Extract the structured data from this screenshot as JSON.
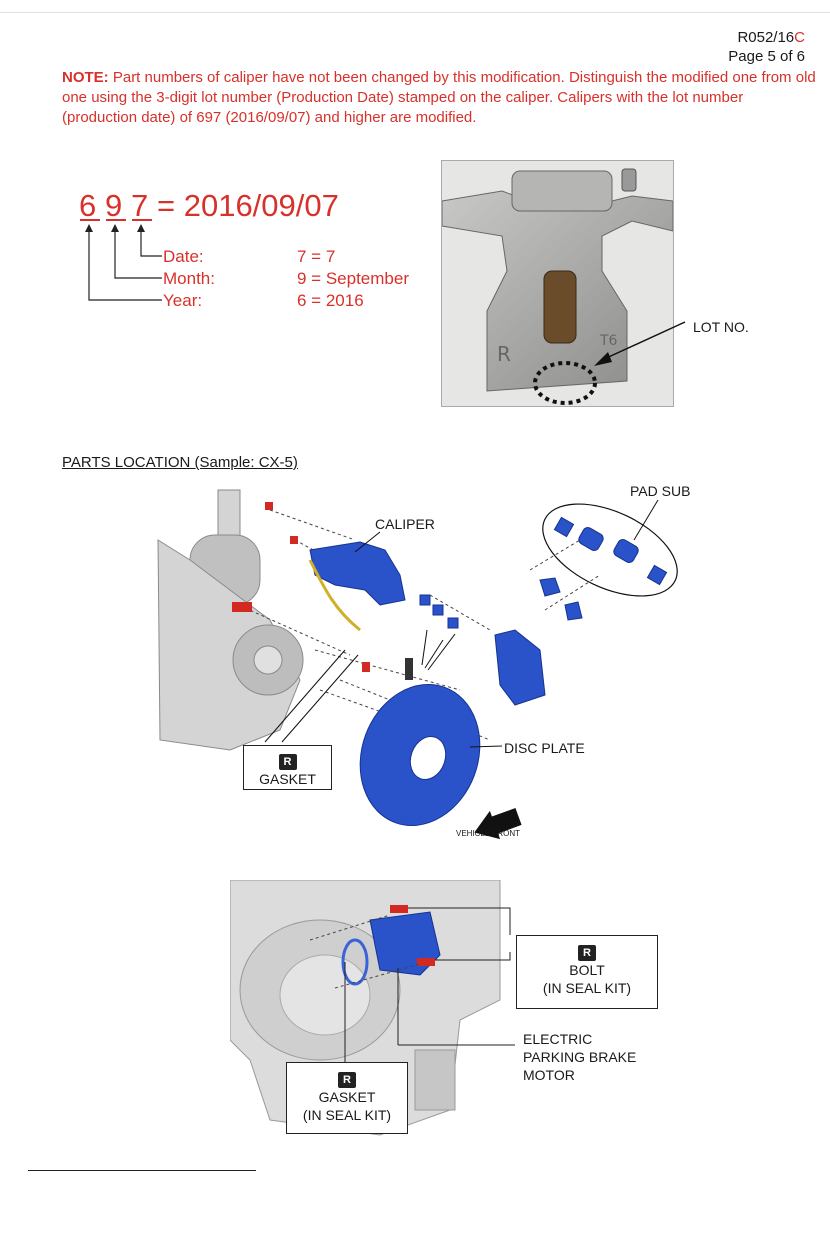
{
  "header": {
    "doc_ref_prefix": "R052/16",
    "doc_ref_suffix": "C",
    "page": "Page 5 of 6"
  },
  "note": {
    "label": "NOTE:",
    "text": "Part numbers of caliper have not been changed by this modification. Distinguish the modified one from old one using the 3-digit lot number (Production Date) stamped on the caliper. Calipers with the lot number (production date) of 697 (2016/09/07) and higher are modified."
  },
  "lot_code": {
    "digit_year": "6",
    "digit_month": "9",
    "digit_date": "7",
    "equals_text": "= 2016/09/07",
    "legend": [
      {
        "label": "Date:",
        "value": "7 = 7"
      },
      {
        "label": "Month:",
        "value": "9 = September"
      },
      {
        "label": "Year:",
        "value": "6 = 2016"
      }
    ]
  },
  "caliper_photo": {
    "lot_label": "LOT NO.",
    "stamp_text_left": "R",
    "stamp_text_right": "T6"
  },
  "parts_location": {
    "title": "PARTS LOCATION (Sample: CX-5)",
    "labels": {
      "pad_sub": "PAD SUB",
      "caliper": "CALIPER",
      "disc_plate": "DISC PLATE",
      "vehicle_front": "VEHICLE FRONT",
      "gasket_badge": "R",
      "gasket": "GASKET"
    }
  },
  "lower_diagram": {
    "bolt_badge": "R",
    "bolt_line1": "BOLT",
    "bolt_line2": "(IN SEAL KIT)",
    "epb_line1": "ELECTRIC",
    "epb_line2": "PARKING BRAKE",
    "epb_line3": "MOTOR",
    "gasket_badge": "R",
    "gasket_line1": "GASKET",
    "gasket_line2": "(IN SEAL KIT)"
  },
  "colors": {
    "note_red": "#d8312b",
    "part_blue": "#2a52c9",
    "bolt_red": "#d22a22"
  }
}
